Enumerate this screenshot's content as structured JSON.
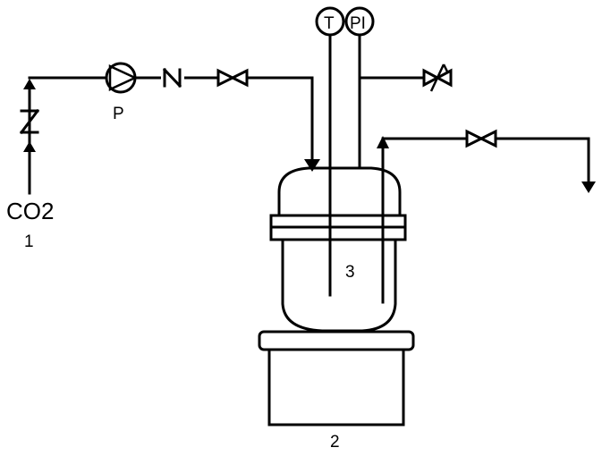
{
  "labels": {
    "co2": "CO2",
    "source_number": "1",
    "pump_letter": "P",
    "vessel_number": "3",
    "heater_number": "2",
    "temperature_gauge": "T",
    "pressure_gauge": "PI"
  },
  "colors": {
    "ink": "#000000",
    "background": "#ffffff"
  },
  "icons": {
    "pump": "pump-icon",
    "check_valve": "check-valve-icon",
    "gate_valve": "gate-valve-icon",
    "needle_valve": "needle-valve-icon",
    "relief_valve": "relief-valve-icon",
    "flow_arrow": "arrow-icon"
  }
}
